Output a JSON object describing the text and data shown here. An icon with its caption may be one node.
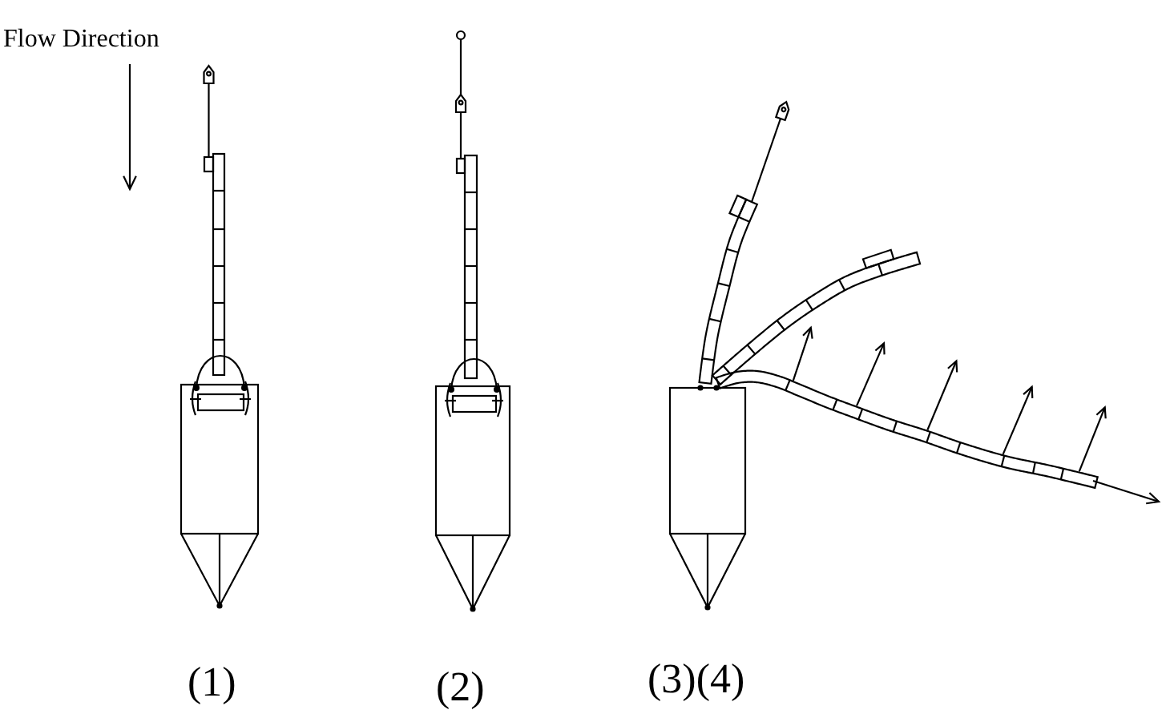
{
  "diagram": {
    "labels": [
      "Flow Direction",
      "(1)",
      "(2)",
      "(3)(4)"
    ]
  }
}
